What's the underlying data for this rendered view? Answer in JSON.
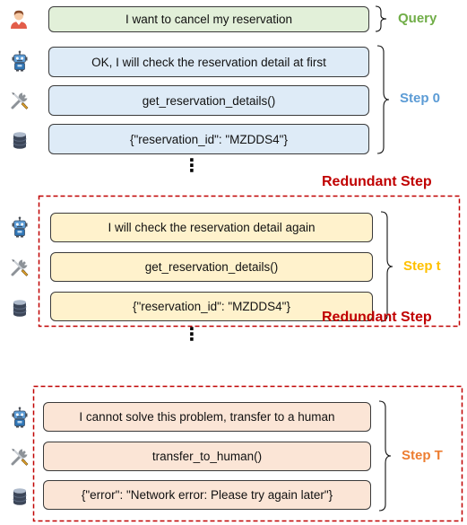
{
  "query": {
    "text": "I want to cancel my reservation",
    "label": "Query"
  },
  "step0": {
    "label": "Step 0",
    "messages": [
      "OK, I will check the reservation detail at first",
      "get_reservation_details()",
      "{\"reservation_id\": \"MZDDS4\"}"
    ]
  },
  "stept": {
    "label": "Step t",
    "tag": "Redundant Step",
    "messages": [
      "I will check the reservation detail again",
      "get_reservation_details()",
      "{\"reservation_id\": \"MZDDS4\"}"
    ]
  },
  "stepT": {
    "label": "Step T",
    "tag": "Redundant Step",
    "messages": [
      "I cannot solve this problem, transfer to a human",
      "transfer_to_human()",
      "{\"error\": \"Network error: Please try again later\"}"
    ]
  },
  "ellipsis": "⋮",
  "colors": {
    "query_label": "#70ad47",
    "step0_label": "#5b9bd5",
    "stept_label": "#ffc000",
    "stepT_label": "#ed7d31",
    "redundant": "#c00000"
  },
  "icons": {
    "user": "user-icon",
    "robot": "robot-icon",
    "tool": "wrench-screwdriver-icon",
    "database": "database-icon"
  }
}
